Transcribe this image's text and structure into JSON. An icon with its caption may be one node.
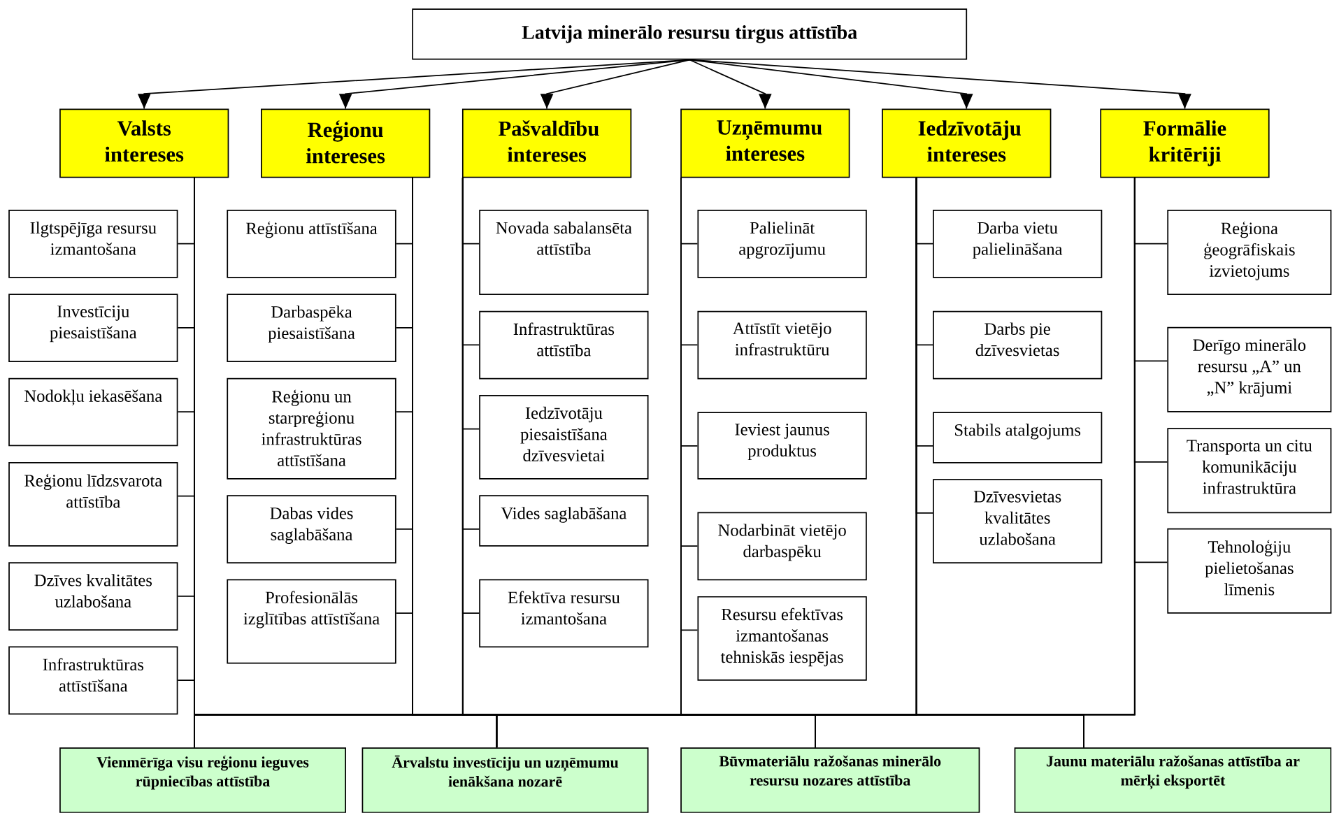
{
  "diagram": {
    "nodes": [
      {
        "text": [
          "Latvija minerālo resursu tirgus attīstība"
        ]
      },
      {
        "text": [
          "Valsts intereses"
        ]
      },
      {
        "text": [
          "Reģionu intereses"
        ]
      },
      {
        "text": [
          "Pašvaldību intereses"
        ]
      },
      {
        "text": [
          "Uzņēmumu intereses"
        ]
      },
      {
        "text": [
          "Iedzīvotāju intereses"
        ]
      },
      {
        "text": [
          "Formālie kritēriji"
        ]
      },
      {
        "text": [
          "Ilgtspējīga resursu izmantošana"
        ]
      },
      {
        "text": [
          "Investīciju piesaistīšana"
        ]
      },
      {
        "text": [
          "Nodokļu iekasēšana"
        ]
      },
      {
        "text": [
          "Reģionu līdzsvarota attīstība"
        ]
      },
      {
        "text": [
          "Dzīves kvalitātes uzlabošana"
        ]
      },
      {
        "text": [
          "Infrastruktūras attīstīšana"
        ]
      },
      {
        "text": [
          "Reģionu attīstīšana"
        ]
      },
      {
        "text": [
          "Darbaspēka piesaistīšana"
        ]
      },
      {
        "text": [
          "Reģionu un starpreģionu infrastruktūras attīstīšana"
        ]
      },
      {
        "text": [
          "Dabas vides saglabāšana"
        ]
      },
      {
        "text": [
          "Profesionālās izglītības attīstīšana"
        ]
      },
      {
        "text": [
          "Novada sabalansēta attīstība"
        ]
      },
      {
        "text": [
          "Infrastruktūras attīstība"
        ]
      },
      {
        "text": [
          "Iedzīvotāju piesaistīšana dzīvesvietai"
        ]
      },
      {
        "text": [
          "Vides saglabāšana"
        ]
      },
      {
        "text": [
          "Efektīva resursu izmantošana"
        ]
      },
      {
        "text": [
          "Palielināt apgrozījumu"
        ]
      },
      {
        "text": [
          "Attīstīt vietējo infrastruktūru"
        ]
      },
      {
        "text": [
          "Ieviest jaunus produktus"
        ]
      },
      {
        "text": [
          "Nodarbināt vietējo darbaspēku"
        ]
      },
      {
        "text": [
          "Resursu efektīvas izmantošanas tehniskās iespējas"
        ]
      },
      {
        "text": [
          "Darba vietu palielināšana"
        ]
      },
      {
        "text": [
          "Darbs pie dzīvesvietas"
        ]
      },
      {
        "text": [
          "Stabils atalgojums"
        ]
      },
      {
        "text": [
          "Dzīvesvietas kvalitātes uzlabošana"
        ]
      },
      {
        "text": [
          "Reģiona ģeogrāfiskais izvietojums"
        ]
      },
      {
        "text": [
          "Derīgo minerālo resursu „A” un „N” krājumi"
        ]
      },
      {
        "text": [
          "Transporta un citu komunikāciju infrastruktūra"
        ]
      },
      {
        "text": [
          "Tehnoloģiju pielietošanas līmenis"
        ]
      },
      {
        "text": [
          "Vienmērīga visu reģionu ieguves rūpniecības attīstība"
        ]
      },
      {
        "text": [
          "Ārvalstu investīciju un uzņēmumu ienākšana nozarē"
        ]
      },
      {
        "text": [
          "Būvmateriālu ražošanas minerālo resursu nozares attīstība"
        ]
      },
      {
        "text": [
          "Jaunu materiālu ražošanas attīstība ar mērķi eksportēt"
        ]
      }
    ],
    "edges": [
      {
        "from": 0,
        "to": 1,
        "arrow": "to"
      },
      {
        "from": 0,
        "to": 2,
        "arrow": "to"
      },
      {
        "from": 0,
        "to": 3,
        "arrow": "to"
      },
      {
        "from": 0,
        "to": 4,
        "arrow": "to"
      },
      {
        "from": 0,
        "to": 5,
        "arrow": "to"
      },
      {
        "from": 0,
        "to": 6,
        "arrow": "to"
      },
      {
        "from": 1,
        "to": 7,
        "arrow": "none"
      },
      {
        "from": 1,
        "to": 8,
        "arrow": "none"
      },
      {
        "from": 1,
        "to": 9,
        "arrow": "none"
      },
      {
        "from": 1,
        "to": 10,
        "arrow": "none"
      },
      {
        "from": 1,
        "to": 11,
        "arrow": "none"
      },
      {
        "from": 1,
        "to": 12,
        "arrow": "none"
      },
      {
        "from": 2,
        "to": 13,
        "arrow": "none"
      },
      {
        "from": 2,
        "to": 14,
        "arrow": "none"
      },
      {
        "from": 2,
        "to": 15,
        "arrow": "none"
      },
      {
        "from": 2,
        "to": 16,
        "arrow": "none"
      },
      {
        "from": 2,
        "to": 17,
        "arrow": "none"
      },
      {
        "from": 3,
        "to": 18,
        "arrow": "none"
      },
      {
        "from": 3,
        "to": 19,
        "arrow": "none"
      },
      {
        "from": 3,
        "to": 20,
        "arrow": "none"
      },
      {
        "from": 3,
        "to": 21,
        "arrow": "none"
      },
      {
        "from": 3,
        "to": 22,
        "arrow": "none"
      },
      {
        "from": 4,
        "to": 23,
        "arrow": "none"
      },
      {
        "from": 4,
        "to": 24,
        "arrow": "none"
      },
      {
        "from": 4,
        "to": 25,
        "arrow": "none"
      },
      {
        "from": 4,
        "to": 26,
        "arrow": "none"
      },
      {
        "from": 4,
        "to": 27,
        "arrow": "none"
      },
      {
        "from": 5,
        "to": 28,
        "arrow": "none"
      },
      {
        "from": 5,
        "to": 29,
        "arrow": "none"
      },
      {
        "from": 5,
        "to": 30,
        "arrow": "none"
      },
      {
        "from": 5,
        "to": 31,
        "arrow": "none"
      },
      {
        "from": 6,
        "to": 32,
        "arrow": "none"
      },
      {
        "from": 6,
        "to": 33,
        "arrow": "none"
      },
      {
        "from": 6,
        "to": 34,
        "arrow": "none"
      },
      {
        "from": 6,
        "to": 35,
        "arrow": "none"
      },
      {
        "from": 1,
        "to": 36,
        "arrow": "none"
      },
      {
        "from": 1,
        "to": 37,
        "arrow": "none"
      },
      {
        "from": 1,
        "to": 38,
        "arrow": "none"
      },
      {
        "from": 1,
        "to": 39,
        "arrow": "none"
      },
      {
        "from": 2,
        "to": 36,
        "arrow": "none"
      },
      {
        "from": 2,
        "to": 37,
        "arrow": "none"
      },
      {
        "from": 2,
        "to": 38,
        "arrow": "none"
      },
      {
        "from": 2,
        "to": 39,
        "arrow": "none"
      },
      {
        "from": 3,
        "to": 36,
        "arrow": "none"
      },
      {
        "from": 3,
        "to": 37,
        "arrow": "none"
      },
      {
        "from": 3,
        "to": 38,
        "arrow": "none"
      },
      {
        "from": 3,
        "to": 39,
        "arrow": "none"
      },
      {
        "from": 4,
        "to": 36,
        "arrow": "none"
      },
      {
        "from": 4,
        "to": 37,
        "arrow": "none"
      },
      {
        "from": 4,
        "to": 38,
        "arrow": "none"
      },
      {
        "from": 4,
        "to": 39,
        "arrow": "none"
      },
      {
        "from": 5,
        "to": 36,
        "arrow": "none"
      },
      {
        "from": 5,
        "to": 37,
        "arrow": "none"
      },
      {
        "from": 5,
        "to": 38,
        "arrow": "none"
      },
      {
        "from": 5,
        "to": 39,
        "arrow": "none"
      },
      {
        "from": 6,
        "to": 36,
        "arrow": "none"
      },
      {
        "from": 6,
        "to": 37,
        "arrow": "none"
      },
      {
        "from": 6,
        "to": 38,
        "arrow": "none"
      },
      {
        "from": 6,
        "to": 39,
        "arrow": "none"
      }
    ]
  }
}
